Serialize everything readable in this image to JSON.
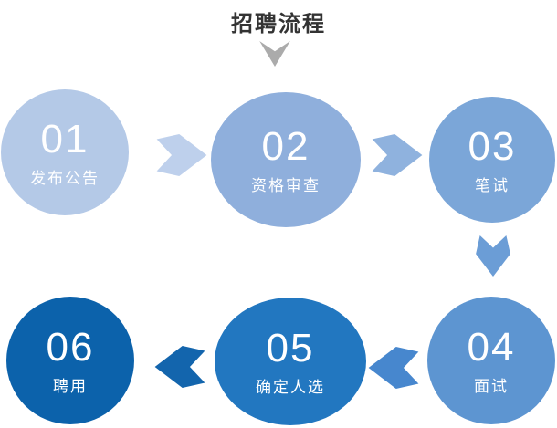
{
  "title": {
    "text": "招聘流程",
    "color": "#333333"
  },
  "flow_start_arrow": {
    "icon": "chevron-down",
    "color": "#ababab"
  },
  "steps": [
    {
      "number": "01",
      "label": "发布公告",
      "color": "#b4c9e7"
    },
    {
      "number": "02",
      "label": "资格审查",
      "color": "#8fafdc"
    },
    {
      "number": "03",
      "label": "笔试",
      "color": "#7ba6d8"
    },
    {
      "number": "04",
      "label": "面试",
      "color": "#5d95d1"
    },
    {
      "number": "05",
      "label": "确定人选",
      "color": "#2277c0"
    },
    {
      "number": "06",
      "label": "聘用",
      "color": "#0c62ab"
    }
  ],
  "connectors": [
    {
      "from": "01",
      "to": "02",
      "direction": "right",
      "color": "#bed0ec"
    },
    {
      "from": "02",
      "to": "03",
      "direction": "right",
      "color": "#8fb2de"
    },
    {
      "from": "03",
      "to": "04",
      "direction": "down",
      "color": "#6b9dd6"
    },
    {
      "from": "04",
      "to": "05",
      "direction": "left",
      "color": "#4787ce"
    },
    {
      "from": "05",
      "to": "06",
      "direction": "left",
      "color": "#1365ad"
    }
  ]
}
